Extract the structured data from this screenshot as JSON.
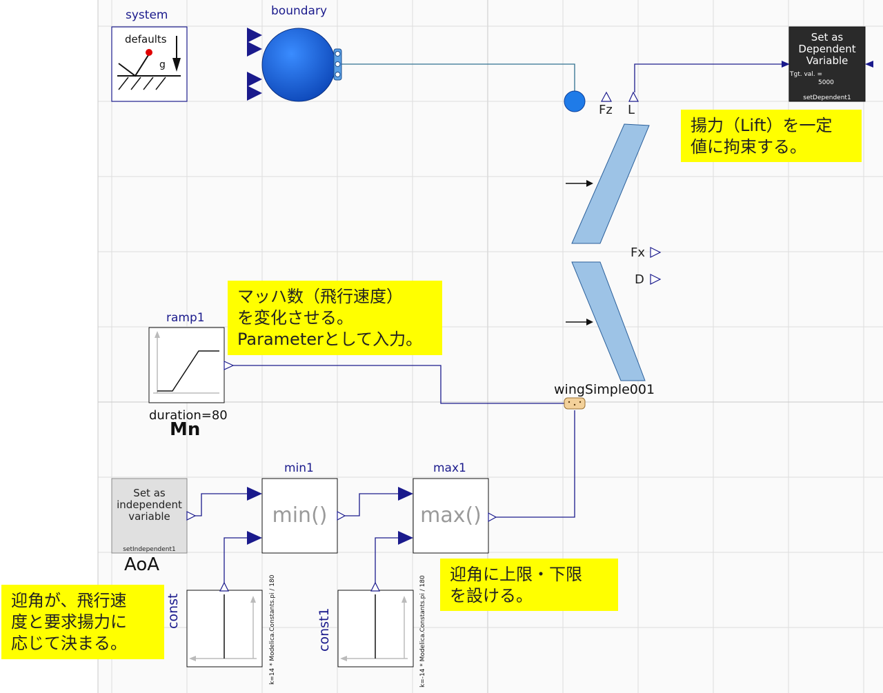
{
  "blocks": {
    "system": {
      "name": "system",
      "text": "defaults",
      "g": "g"
    },
    "boundary": {
      "name": "boundary"
    },
    "set_dependent": {
      "line1": "Set as",
      "line2": "Dependent",
      "line3": "Variable",
      "tgt_label": "Tgt. val. =",
      "tgt_value": "5000",
      "id": "setDependent1"
    },
    "wing": {
      "name": "wingSimple001",
      "port_fz": "Fz",
      "port_l": "L",
      "port_fx": "Fx",
      "port_d": "D"
    },
    "ramp": {
      "name": "ramp1",
      "param": "duration=80",
      "tag": "Mn"
    },
    "set_independent": {
      "line1": "Set as",
      "line2": "independent",
      "line3": "variable",
      "id": "setIndependent1",
      "tag": "AoA"
    },
    "min": {
      "name": "min1",
      "text": "min()"
    },
    "max": {
      "name": "max1",
      "text": "max()"
    },
    "const": {
      "name": "const",
      "param": "k=14 * Modelica.Constants.pi / 180"
    },
    "const1": {
      "name": "const1",
      "param": "k=-14 * Modelica.Constants.pi / 180"
    }
  },
  "notes": {
    "lift": [
      "揚力（Lift）を一定",
      "値に拘束する。"
    ],
    "mach": [
      "マッハ数（飛行速度）",
      "を変化させる。",
      "Parameterとして入力。"
    ],
    "limit": [
      "迎角に上限・下限",
      "を設ける。"
    ],
    "aoa": [
      "迎角が、飛行速",
      "度と要求揚力に",
      "応じて決まる。"
    ]
  },
  "colors": {
    "grid": "#d9d9d9",
    "connector": "#1a1a8c",
    "wire": "#2f6f8f",
    "boundary_fill": "#1565d8",
    "wing_fill": "#9dc3e6",
    "note_bg": "#ffff00",
    "dependent_bg": "#2a2a2a",
    "independent_bg": "#e0e0e0"
  }
}
